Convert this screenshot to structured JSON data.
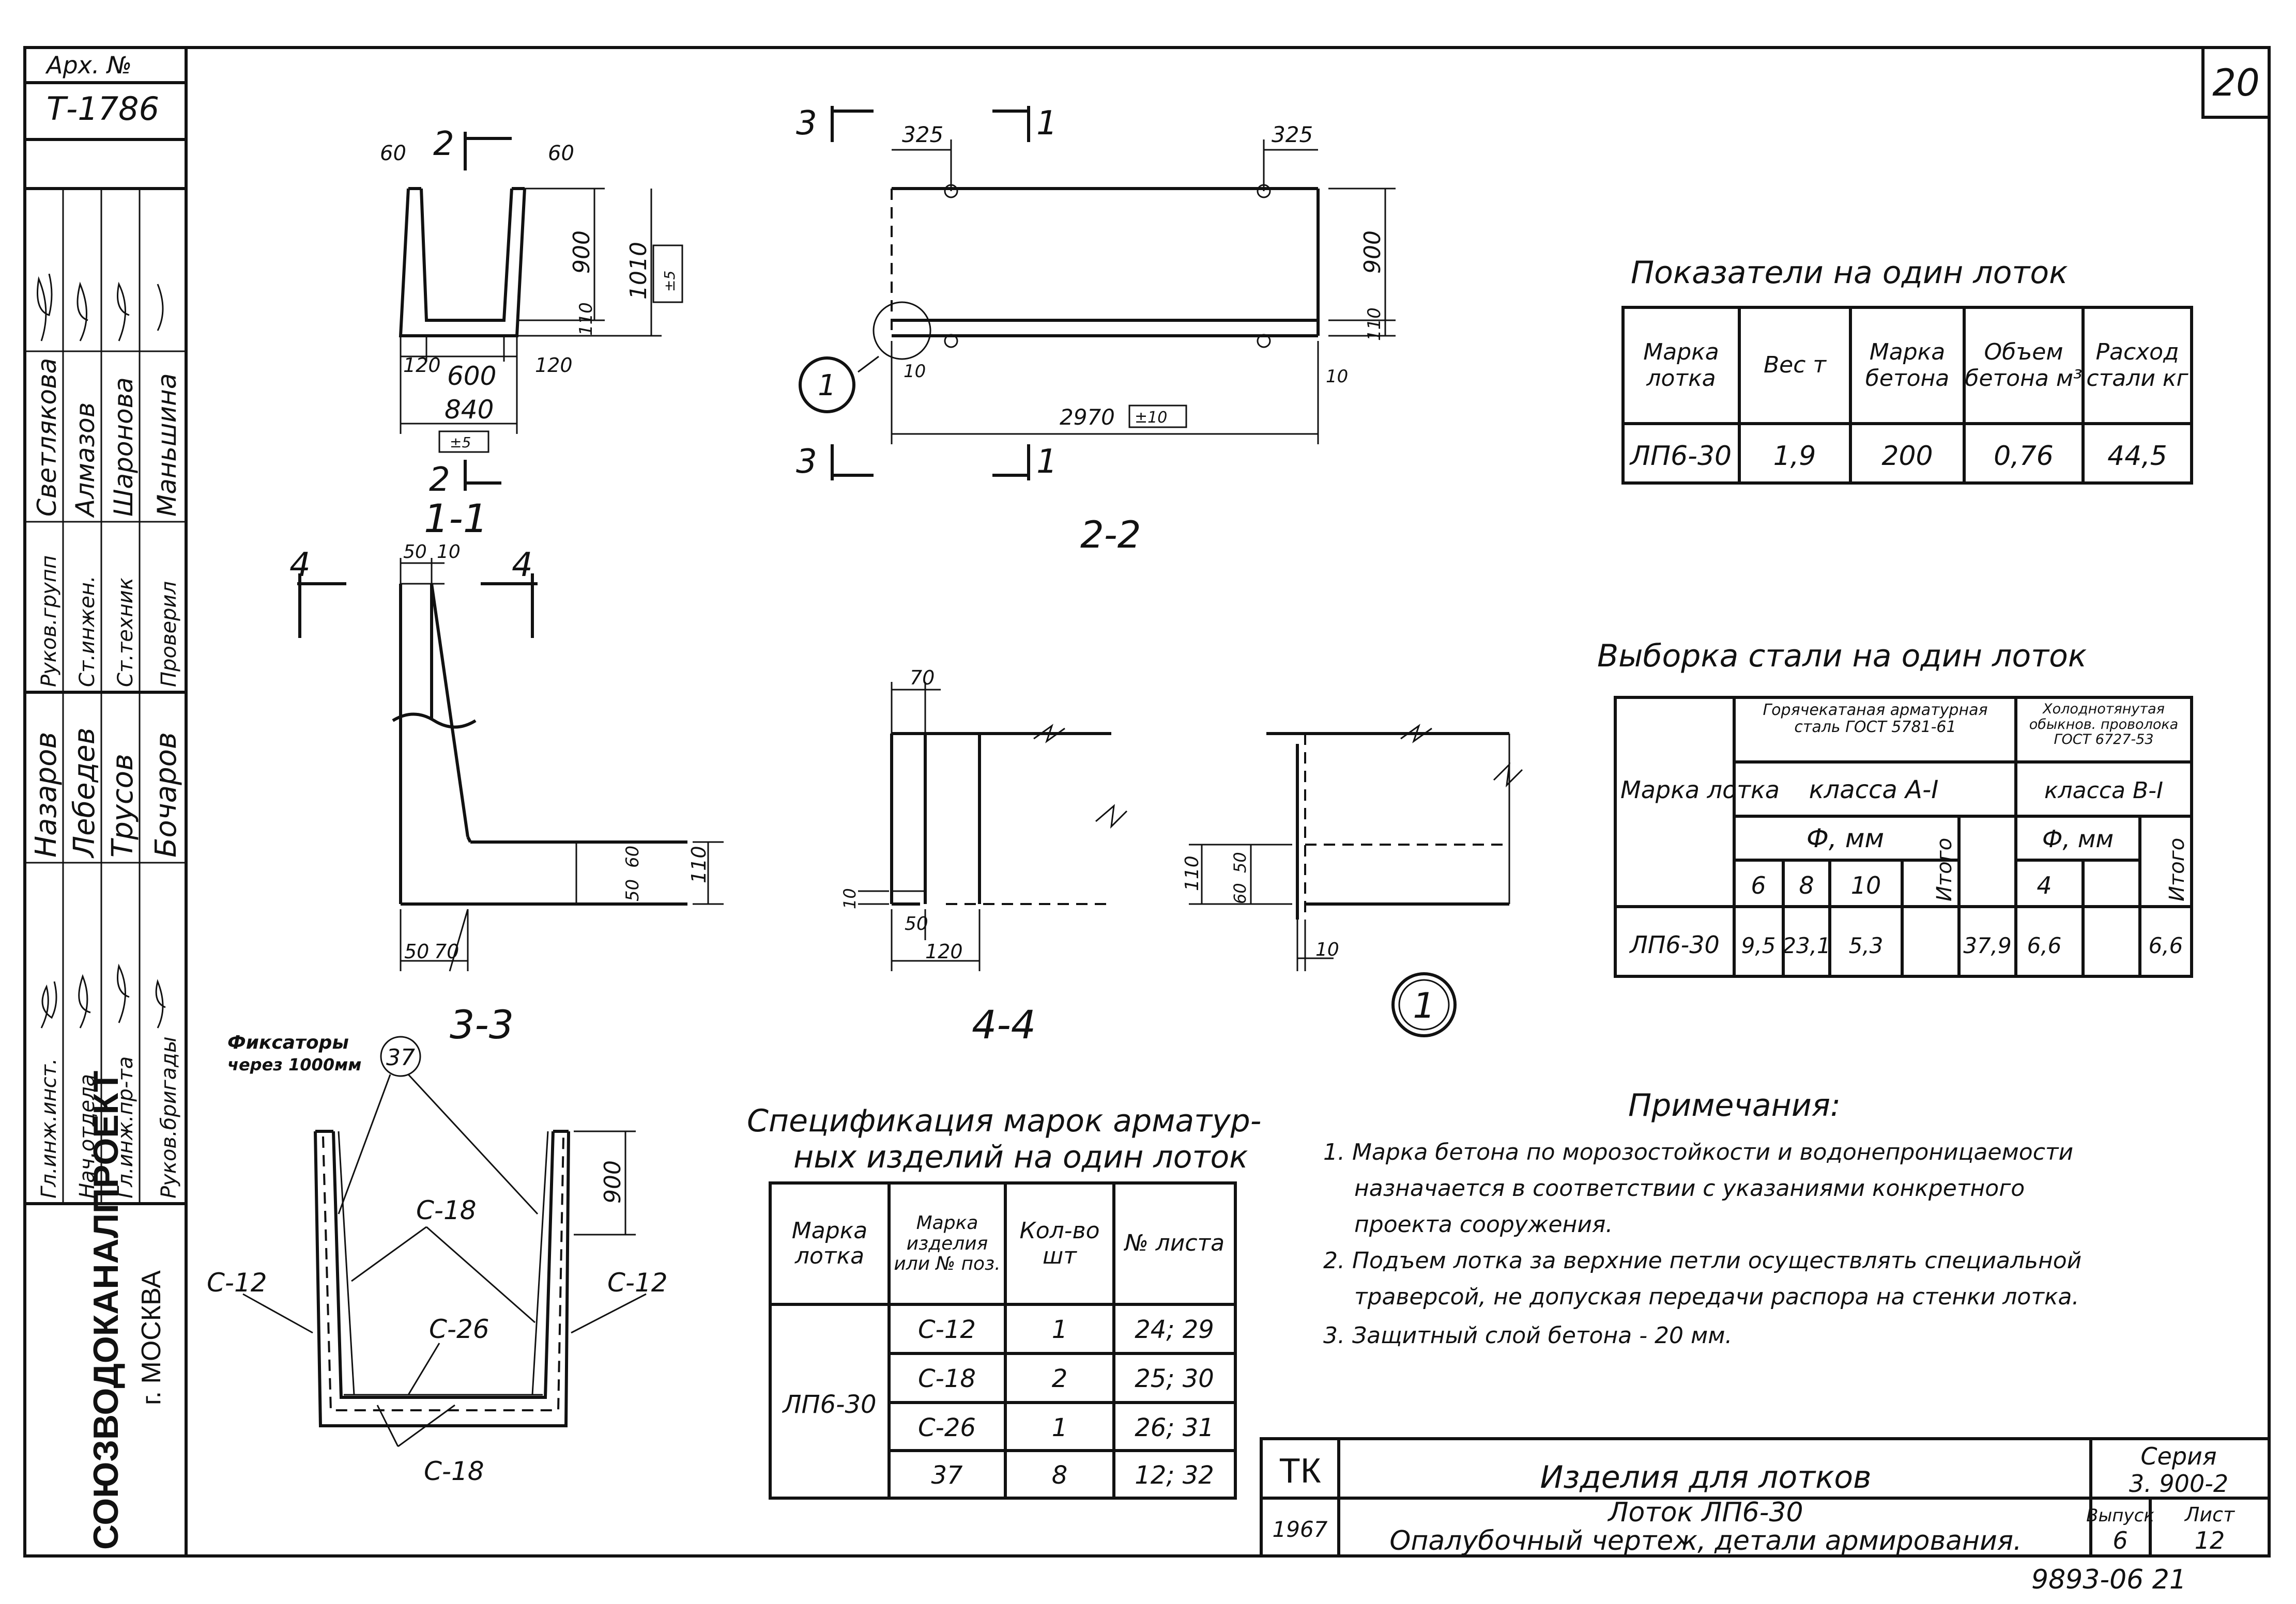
{
  "sheet": {
    "number": "20",
    "page_footer": "9893-06   21"
  },
  "archive": {
    "label": "Арх. №",
    "value": "Т-1786"
  },
  "approvals": {
    "roles": [
      "Гл.инж.инст.",
      "Нач.отдела",
      "Гл.инж.пр-та",
      "Руков.бригады",
      "Руков.групп",
      "Ст.инжен.",
      "Ст.техник",
      "Проверил"
    ],
    "names": [
      "Назаров",
      "Лебедев",
      "Трусов",
      "Бочаров",
      "Светлякова",
      "Алмазов",
      "Шаронова",
      "Маньшина"
    ]
  },
  "org": {
    "name": "СОЮЗВОДОКАНАЛПРОЕКТ",
    "city": "г. МОСКВА"
  },
  "views": {
    "v11": {
      "label": "1-1",
      "dims": [
        "60",
        "2",
        "60",
        "900",
        "1010",
        "±5",
        "110",
        "120",
        "600",
        "120",
        "840",
        "±5",
        "2"
      ]
    },
    "v22": {
      "label": "2-2",
      "dims": [
        "3",
        "325",
        "1",
        "325",
        "900",
        "110",
        "10",
        "10",
        "2970",
        "±10",
        "3",
        "1"
      ],
      "callout": "1"
    },
    "v33": {
      "label": "3-3",
      "dims": [
        "4",
        "4",
        "50",
        "10",
        "110",
        "60",
        "50",
        "50",
        "70"
      ]
    },
    "v44": {
      "label": "4-4",
      "dims": [
        "70",
        "10",
        "50",
        "120"
      ]
    },
    "detail": {
      "label": "1",
      "dims": [
        "110",
        "50",
        "60",
        "10"
      ]
    },
    "rebar": {
      "note_title": "Фиксаторы",
      "note_sub": "через 1000мм",
      "callout": "37",
      "labels": [
        "C-18",
        "C-12",
        "C-12",
        "C-26",
        "C-18"
      ],
      "dim": "900"
    }
  },
  "table_indicators": {
    "title": "Показатели на один лоток",
    "headers": [
      "Марка лотка",
      "Вес т",
      "Марка бетона",
      "Объем бетона м³",
      "Расход стали кг"
    ],
    "row": [
      "ЛП6-30",
      "1,9",
      "200",
      "0,76",
      "44,5"
    ]
  },
  "table_steel": {
    "title": "Выборка стали на один лоток",
    "h_mark": "Марка лотка",
    "h_hot": "Горячекатаная арматурная сталь ГОСТ 5781-61",
    "h_cold": "Холоднотянутая обыкнов. проволока ГОСТ 6727-53",
    "h_class_a": "класса А-I",
    "h_class_b": "класса В-I",
    "h_phi": "Ф, мм",
    "h_phi2": "Ф, мм",
    "h_total": "Итого",
    "h_total2": "Итого",
    "diams": [
      "6",
      "8",
      "10",
      "4"
    ],
    "row": [
      "ЛП6-30",
      "9,5",
      "23,1",
      "5,3",
      "",
      "37,9",
      "6,6",
      "",
      "6,6"
    ]
  },
  "table_spec": {
    "title_l1": "Спецификация марок арматур-",
    "title_l2": "ных изделий на один лоток",
    "headers": [
      "Марка лотка",
      "Марка изделия или № поз.",
      "Кол-во шт",
      "№ листа"
    ],
    "mark": "ЛП6-30",
    "rows": [
      [
        "C-12",
        "1",
        "24; 29"
      ],
      [
        "C-18",
        "2",
        "25; 30"
      ],
      [
        "C-26",
        "1",
        "26; 31"
      ],
      [
        "37",
        "8",
        "12; 32"
      ]
    ]
  },
  "notes": {
    "title": "Примечания:",
    "items": [
      "1. Марка бетона по морозостойкости и водонепроницаемости",
      "назначается в соответствии с указаниями конкретного",
      "проекта сооружения.",
      "2. Подъем лотка за верхние петли осуществлять специальной",
      "траверсой, не допуская передачи распора на стенки лотка.",
      "3. Защитный слой бетона - 20 мм."
    ]
  },
  "title_block": {
    "code": "ТК",
    "year": "1967",
    "title": "Изделия для лотков",
    "subtitle1": "Лоток ЛП6-30",
    "subtitle2": "Опалубочный чертеж, детали армирования.",
    "series_label": "Серия",
    "series": "3. 900-2",
    "issue_label": "Выпуск",
    "issue": "6",
    "sheet_label": "Лист",
    "sheet": "12"
  }
}
